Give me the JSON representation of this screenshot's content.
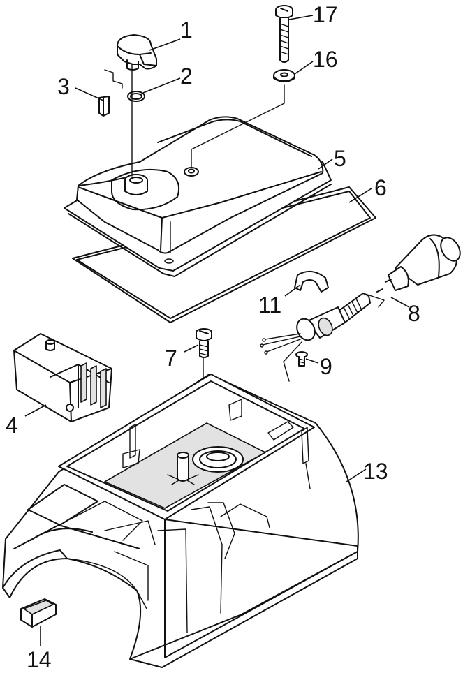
{
  "diagram": {
    "callouts": [
      {
        "id": "c1",
        "label": "1"
      },
      {
        "id": "c2",
        "label": "2"
      },
      {
        "id": "c3",
        "label": "3"
      },
      {
        "id": "c4",
        "label": "4"
      },
      {
        "id": "c5",
        "label": "5"
      },
      {
        "id": "c6",
        "label": "6"
      },
      {
        "id": "c7",
        "label": "7"
      },
      {
        "id": "c8",
        "label": "8"
      },
      {
        "id": "c9",
        "label": "9"
      },
      {
        "id": "c11",
        "label": "11"
      },
      {
        "id": "c13",
        "label": "13"
      },
      {
        "id": "c14",
        "label": "14"
      },
      {
        "id": "c16",
        "label": "16"
      },
      {
        "id": "c17",
        "label": "17"
      }
    ]
  }
}
